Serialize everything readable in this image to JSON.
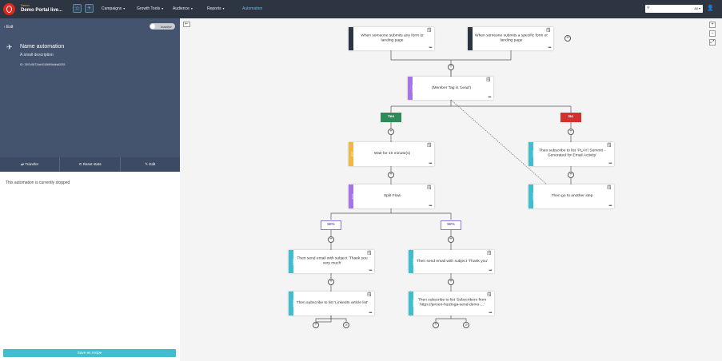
{
  "topbar": {
    "brand_small": "Demo",
    "brand": "Demo Portal live...",
    "home_icon": "home-icon",
    "add_icon": "plus-icon",
    "nav": [
      {
        "label": "Campaigns",
        "caret": "▾"
      },
      {
        "label": "Growth Tools",
        "caret": "▾"
      },
      {
        "label": "Audience",
        "caret": "▾"
      },
      {
        "label": "Reports",
        "caret": "▾"
      },
      {
        "label": "Automation",
        "caret": ""
      }
    ],
    "search_select": "All ▾",
    "search_icon": "⚲",
    "user_icon": "👤"
  },
  "left": {
    "exit_label": "‹ Exit",
    "toggle_label": "Inactive",
    "name": "Name automation",
    "description": "A small description",
    "id": "ID: 35f7c5872de4018f6f9ddfa82f35",
    "buttons": [
      {
        "icon": "⇄",
        "label": "Transfer"
      },
      {
        "icon": "⟲",
        "label": "Reset stats"
      },
      {
        "icon": "✎",
        "label": "Edit"
      }
    ],
    "status": "This automation is currently stopped",
    "recipe_label": "Save as recipe"
  },
  "canvas": {
    "collapse": "⇤",
    "zoom": [
      "+",
      "−",
      "⤢"
    ],
    "plus": "+",
    "stop": "⊘",
    "note": "🗒",
    "more": "•••",
    "colors": {
      "trigger": "#2d3542",
      "condition": "#a474e8",
      "wait": "#f0b840",
      "action": "#3dbfcf",
      "yes": "#2e8b57",
      "no": "#d2322d",
      "split": "#8b7bd8"
    },
    "nodes": [
      {
        "strip": "TRIGGER",
        "text": "When someone submits any form or landing page"
      },
      {
        "strip": "TRIGGER",
        "text": "When someone submits a specific form or landing page"
      },
      {
        "strip": "IF/ELSE",
        "text": "(Member Tag is 'Lead')"
      },
      {
        "strip": "WAIT",
        "text": "Wait for 10 minute(s)"
      },
      {
        "strip": "ACTION",
        "text": "Then subscribe to list 'PLAY! Summit - Generated for Email Activity'"
      },
      {
        "strip": "SPLIT",
        "text": "Split Flow"
      },
      {
        "strip": "ACTION",
        "text": "Then go to another step"
      },
      {
        "strip": "ACTION",
        "text": "Then send email with subject 'Thank you very much'"
      },
      {
        "strip": "ACTION",
        "text": "Then send email with subject 'Thank you'"
      },
      {
        "strip": "ACTION",
        "text": "Then subscribe to list 'LinkedIn article list'"
      },
      {
        "strip": "ACTION",
        "text": "Then subscribe to list 'Subscribers from https://jeroen-huizinga-send-demo-...'"
      }
    ],
    "yes_label": "Yes",
    "no_label": "No",
    "split_a": "50%",
    "split_b": "50%"
  }
}
